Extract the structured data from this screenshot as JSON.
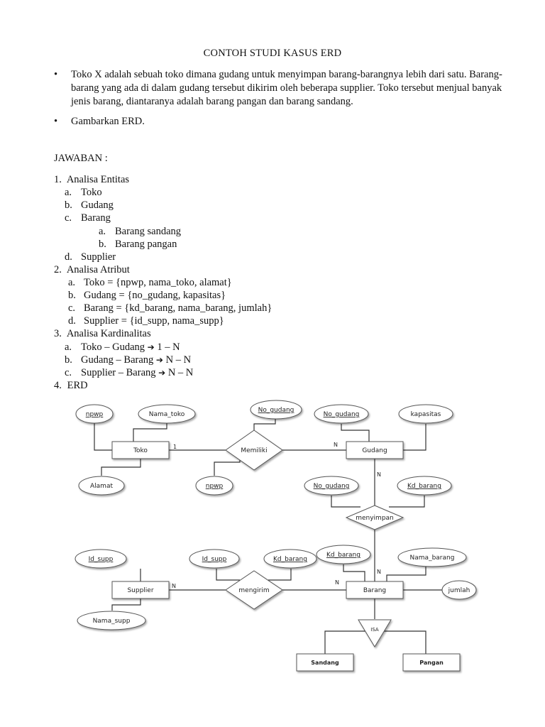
{
  "title": "CONTOH STUDI KASUS ERD",
  "bullets": [
    {
      "marker": "•",
      "text": "Toko X adalah sebuah toko dimana gudang untuk menyimpan barang-barangnya lebih dari satu. Barang-barang yang ada di dalam gudang tersebut dikirim oleh beberapa supplier. Toko tersebut menjual banyak jenis barang, diantaranya adalah barang pangan dan barang sandang."
    },
    {
      "marker": "•",
      "text": "Gambarkan ERD."
    }
  ],
  "answer_heading": "JAWABAN :",
  "sections": {
    "s1": {
      "num": "1.",
      "title": "Analisa Entitas"
    },
    "s1a": {
      "mk": "a.",
      "text": "Toko"
    },
    "s1b": {
      "mk": "b.",
      "text": "Gudang"
    },
    "s1c": {
      "mk": "c.",
      "text": "Barang"
    },
    "s1c_a": {
      "mk": "a.",
      "text": "Barang sandang"
    },
    "s1c_b": {
      "mk": "b.",
      "text": "Barang pangan"
    },
    "s1d": {
      "mk": "d.",
      "text": "Supplier"
    },
    "s2": {
      "num": "2.",
      "title": "Analisa Atribut"
    },
    "s2a": {
      "mk": "a.",
      "text": "Toko = {npwp, nama_toko, alamat}"
    },
    "s2b": {
      "mk": "b.",
      "text": "Gudang = {no_gudang, kapasitas}"
    },
    "s2c": {
      "mk": "c.",
      "text": "Barang = {kd_barang, nama_barang, jumlah}"
    },
    "s2d": {
      "mk": "d.",
      "text": "Supplier = {id_supp, nama_supp}"
    },
    "s3": {
      "num": "3.",
      "title": "Analisa Kardinalitas"
    },
    "s3a": {
      "mk": "a.",
      "left": "Toko – Gudang",
      "arrow": "➔",
      "right": "1 – N"
    },
    "s3b": {
      "mk": "b.",
      "left": "Gudang – Barang",
      "arrow": "➔",
      "right": "N – N"
    },
    "s3c": {
      "mk": "c.",
      "left": "Supplier – Barang",
      "arrow": "➔",
      "right": "N – N"
    },
    "s4": {
      "num": "4.",
      "title": "ERD"
    }
  },
  "erd": {
    "entities": {
      "toko": "Toko",
      "gudang": "Gudang",
      "supplier": "Supplier",
      "barang": "Barang",
      "sandang": "Sandang",
      "pangan": "Pangan"
    },
    "relations": {
      "memiliki": "Memiliki",
      "menyimpan": "menyimpan",
      "mengirim": "mengirim",
      "isa": "ISA"
    },
    "attributes": {
      "npwp_toko": "npwp",
      "nama_toko": "Nama_toko",
      "alamat": "Alamat",
      "no_gudang_rel": "No_gudang",
      "npwp_rel": "npwp",
      "no_gudang": "No_gudang",
      "kapasitas": "kapasitas",
      "no_gudang_simpan": "No_gudang",
      "kd_barang_simpan": "Kd_barang",
      "id_supp": "Id_supp",
      "nama_supp": "Nama_supp",
      "id_supp_kirim": "Id_supp",
      "kd_barang_kirim": "Kd_barang",
      "kd_barang": "Kd_barang",
      "nama_barang": "Nama_barang",
      "jumlah": "jumlah"
    },
    "cardinalities": {
      "toko_memiliki": "1",
      "memiliki_gudang": "N",
      "gudang_menyimpan": "N",
      "menyimpan_barang": "N",
      "supplier_mengirim": "N",
      "mengirim_barang": "N"
    }
  }
}
